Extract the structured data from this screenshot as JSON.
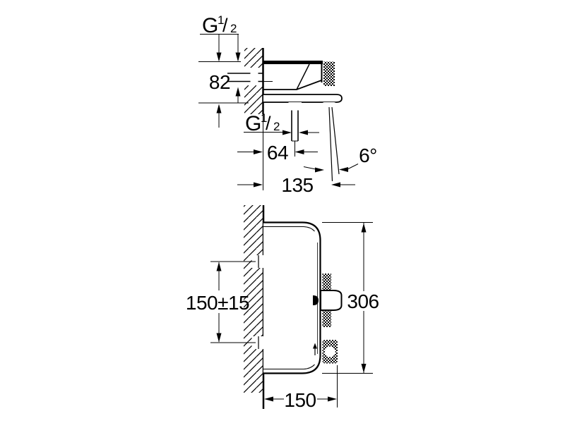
{
  "upper_drawing": {
    "thread_label_top": {
      "letter": "G",
      "numerator": "1",
      "slash": "/",
      "denominator": "2"
    },
    "dim_body_height": "82",
    "thread_label_bottom": {
      "letter": "G",
      "numerator": "1",
      "slash": "/",
      "denominator": "2"
    },
    "dim_outlet_offset": "64",
    "dim_spout_angle": "6°",
    "dim_depth_to_spout": "135"
  },
  "lower_drawing": {
    "dim_mounting_spacing": "150±15",
    "dim_total_height": "306",
    "dim_depth": "150"
  }
}
